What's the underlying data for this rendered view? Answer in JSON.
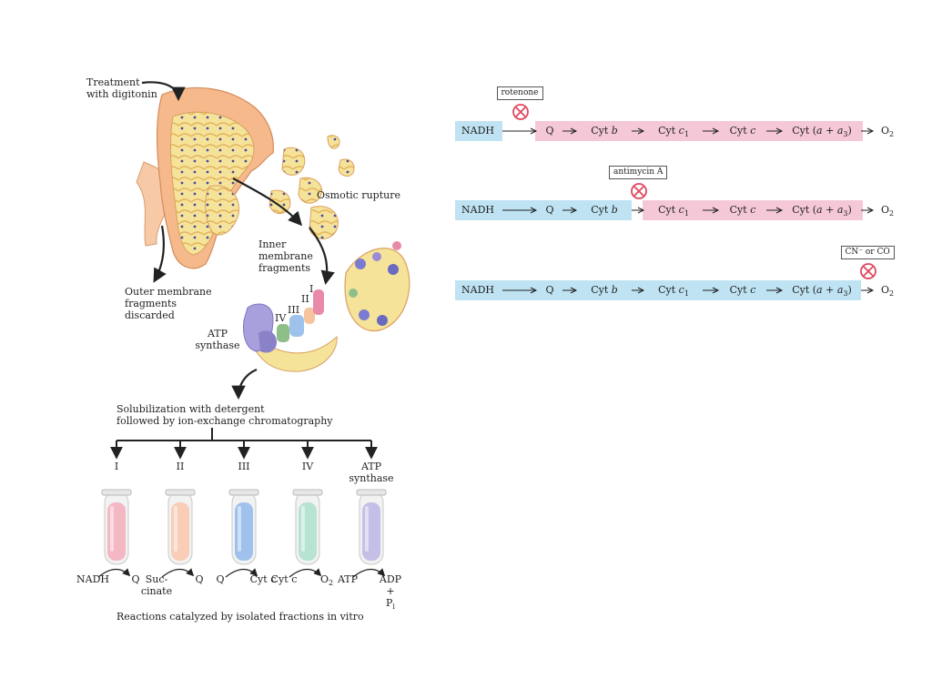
{
  "fractionation": {
    "treatment_label": "Treatment\nwith digitonin",
    "osmotic_label": "Osmotic rupture",
    "inner_label": "Inner\nmembrane\nfragments",
    "outer_label": "Outer membrane\nfragments\ndiscarded",
    "atp_synthase_label": "ATP\nsynthase",
    "complex_labels": [
      "I",
      "II",
      "III",
      "IV"
    ],
    "solubilization_label": "Solubilization with detergent\nfollowed by ion-exchange chromatography",
    "tubes": [
      {
        "label": "I",
        "color": "#f4b7c4",
        "substrate": "NADH",
        "product": "Q",
        "product_sub": ""
      },
      {
        "label": "II",
        "color": "#f9cdb6",
        "substrate": "Suc-\ncinate",
        "product": "Q",
        "product_sub": ""
      },
      {
        "label": "III",
        "color": "#9fc2ec",
        "substrate": "Q",
        "product": "Cyt c",
        "product_sub": ""
      },
      {
        "label": "IV",
        "color": "#b7e3d2",
        "substrate": "Cyt c",
        "product": "O",
        "product_sub": "2"
      },
      {
        "label": "ATP\nsynthase",
        "color": "#c4bfe6",
        "substrate": "ATP",
        "product": "ADP\n+\nP",
        "product_sub": "i"
      }
    ],
    "reactions_caption": "Reactions catalyzed by isolated fractions in vitro"
  },
  "inhibition": {
    "chain": [
      "NADH",
      "Q",
      "Cyt b",
      "Cyt c1",
      "Cyt c",
      "Cyt (a + a3)",
      "O2"
    ],
    "rows": [
      {
        "inhibitor": "rotenone",
        "block_after_index": 0
      },
      {
        "inhibitor": "antimycin A",
        "block_after_index": 2
      },
      {
        "inhibitor": "CN⁻ or CO",
        "block_after_index": 5
      }
    ],
    "colors": {
      "reduced": "#bfe3f3",
      "oxidized": "#f5c8d8",
      "block_symbol": "#e0465e"
    }
  }
}
